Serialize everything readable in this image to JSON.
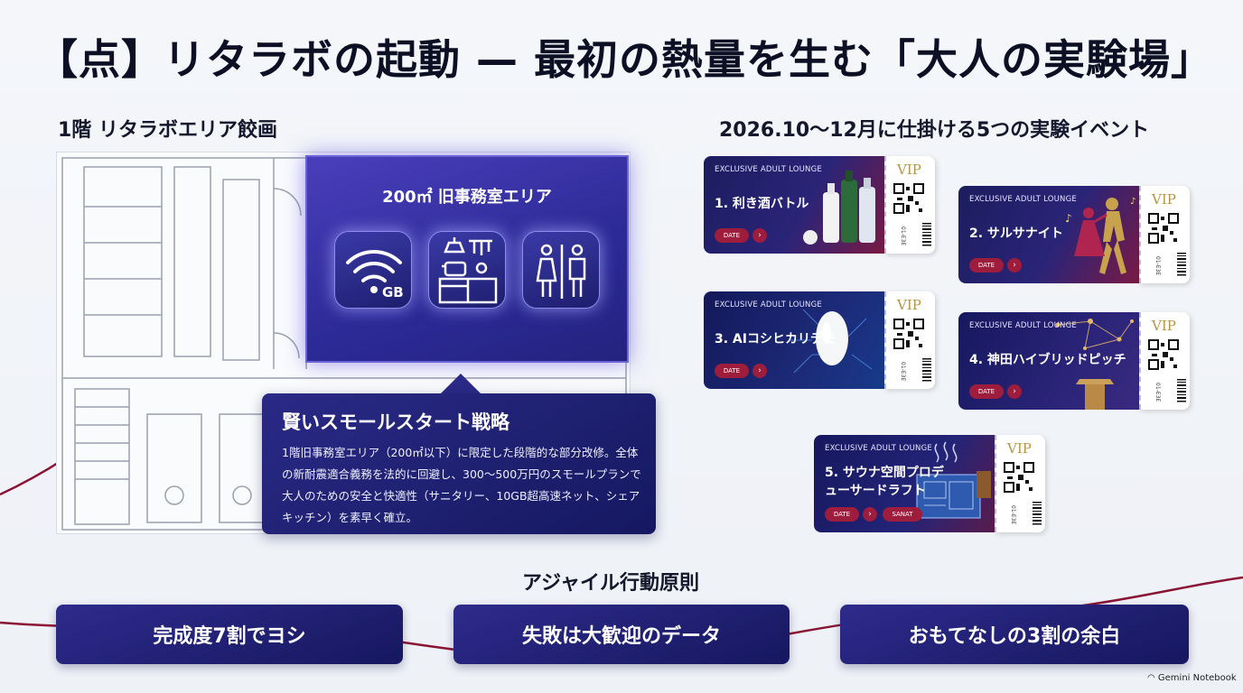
{
  "title": "【点】リタラボの起動 — 最初の熱量を生む「大人の実験場」",
  "floor_section": {
    "label": "1階 リタラボエリア餃画",
    "office_title": "200㎡ 旧事務室エリア",
    "wifi_label": "GB",
    "icons": [
      "wifi-icon",
      "kitchen-icon",
      "restroom-icon"
    ]
  },
  "callout": {
    "title": "賢いスモールスタート戦略",
    "body": "1階旧事務室エリア（200㎡以下）に限定した段階的な部分改修。全体の新耐震適合義務を法的に回避し、300〜500万円のスモールプランで大人のための安全と快適性（サニタリー、10GB超高速ネット、シェアキッチン）を素早く確立。"
  },
  "events_section": {
    "label": "2026.10〜12月に仕掛ける5つの実験イベント",
    "tickets": [
      {
        "kicker": "EXCLUSIVE ADULT LOUNGE",
        "name": "1. 利き酒バトル",
        "date": "DATE",
        "arrow": "›",
        "vip": "VIP",
        "serial": "01-E3E",
        "icon": "sake-bottles-icon"
      },
      {
        "kicker": "EXCLUSIVE ADULT LOUNGE",
        "name": "2. サルサナイト",
        "date": "DATE",
        "arrow": "›",
        "vip": "VIP",
        "serial": "01-E3E",
        "icon": "dancers-icon"
      },
      {
        "kicker": "EXCLUSIVE ADULT LOUNGE",
        "name": "3. AIコシヒカリデモ",
        "date": "DATE",
        "arrow": "›",
        "vip": "VIP",
        "serial": "01-E3E",
        "icon": "rice-grain-icon"
      },
      {
        "kicker": "EXCLUSIVE ADULT LOUNGE",
        "name": "4. 神田ハイブリッドピッチ",
        "date": "DATE",
        "arrow": "›",
        "vip": "VIP",
        "serial": "01-E3E",
        "icon": "podium-icon"
      },
      {
        "kicker": "EXCLUSIVE ADULT LOUNGE",
        "name": "5. サウナ空間プロデューサードラフト",
        "date": "DATE",
        "arrow": "›",
        "extra": "SANAT",
        "vip": "VIP",
        "serial": "01-E3E",
        "icon": "sauna-blueprint-icon"
      }
    ]
  },
  "agile": {
    "label": "アジャイル行動原則",
    "principles": [
      "完成度7割でヨシ",
      "失敗は大歓迎のデータ",
      "おもてなしの3割の余白"
    ]
  },
  "footer": "Gemini Notebook",
  "colors": {
    "navy": "#1c1d5e",
    "accent_red": "#9e1c3c",
    "gold": "#b59544"
  }
}
